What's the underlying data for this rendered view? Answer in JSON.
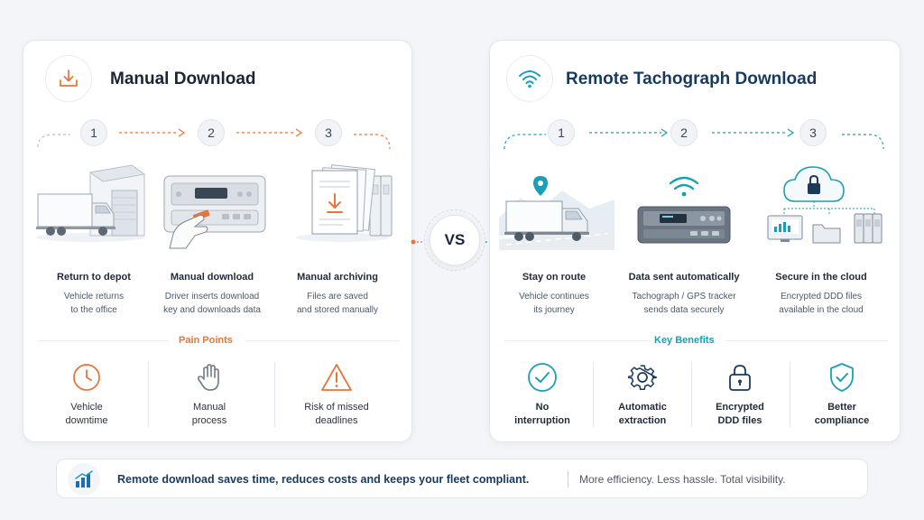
{
  "manual": {
    "title": "Manual Download",
    "title_icon": "download-tray-icon",
    "accent": "#e8763a",
    "steps": [
      {
        "num": "1",
        "label": "Return to depot",
        "desc1": "Vehicle returns",
        "desc2": "to the office",
        "icon": "depot-truck-illustration"
      },
      {
        "num": "2",
        "label": "Manual download",
        "desc1": "Driver inserts download",
        "desc2": "key and downloads data",
        "icon": "hand-inserting-key-illustration"
      },
      {
        "num": "3",
        "label": "Manual archiving",
        "desc1": "Files are saved",
        "desc2": "and stored manually",
        "icon": "paper-files-illustration"
      }
    ],
    "points_heading": "Pain Points",
    "points": [
      {
        "line1": "Vehicle",
        "line2": "downtime",
        "icon": "clock-icon"
      },
      {
        "line1": "Manual",
        "line2": "process",
        "icon": "hand-icon"
      },
      {
        "line1": "Risk of missed",
        "line2": "deadlines",
        "icon": "warning-icon"
      }
    ]
  },
  "remote": {
    "title": "Remote Tachograph Download",
    "title_icon": "wifi-icon",
    "accent": "#1a9fb6",
    "steps": [
      {
        "num": "1",
        "label": "Stay on route",
        "desc1": "Vehicle continues",
        "desc2": "its journey",
        "icon": "truck-on-road-illustration"
      },
      {
        "num": "2",
        "label": "Data sent automatically",
        "desc1": "Tachograph / GPS tracker",
        "desc2": "sends data securely",
        "icon": "tachograph-wifi-illustration"
      },
      {
        "num": "3",
        "label": "Secure in the cloud",
        "desc1": "Encrypted DDD files",
        "desc2": "available in the cloud",
        "icon": "cloud-lock-illustration"
      }
    ],
    "points_heading": "Key Benefits",
    "points": [
      {
        "line1": "No",
        "line2": "interruption",
        "icon": "check-circle-icon"
      },
      {
        "line1": "Automatic",
        "line2": "extraction",
        "icon": "gear-icon"
      },
      {
        "line1": "Encrypted",
        "line2": "DDD files",
        "icon": "padlock-icon"
      },
      {
        "line1": "Better",
        "line2": "compliance",
        "icon": "shield-check-icon"
      }
    ]
  },
  "vs_label": "VS",
  "footer": {
    "icon": "bar-chart-icon",
    "main": "Remote download saves time, reduces costs and keeps your fleet compliant.",
    "sub": "More efficiency. Less hassle. Total visibility."
  }
}
